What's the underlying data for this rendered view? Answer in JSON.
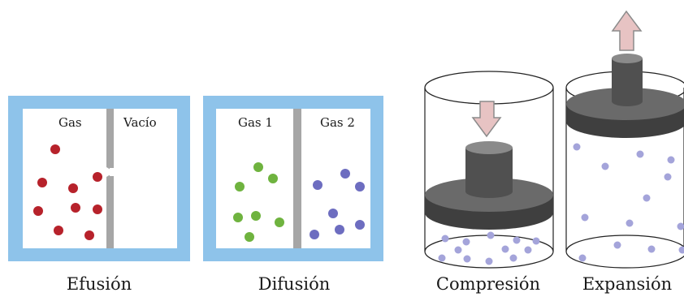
{
  "panels": {
    "efusion": {
      "caption": "Efusión",
      "left_label": "Gas",
      "right_label": "Vacío"
    },
    "difusion": {
      "caption": "Difusión",
      "left_label": "Gas 1",
      "right_label": "Gas 2"
    },
    "compresion": {
      "caption": "Compresión"
    },
    "expansion": {
      "caption": "Expansión"
    }
  },
  "colors": {
    "frame_blue": "#8ec3ea",
    "partition_gray": "#a6a6a6",
    "red_particle": "#b7222b",
    "green_particle": "#6fb33f",
    "blue_particle": "#6d6dc0",
    "lilac_particle": "#a4a4da",
    "piston_dark": "#555555",
    "arrow_pink": "#e7c3c3"
  },
  "icons": {
    "compression_arrow": "arrow-down-icon",
    "expansion_arrow": "arrow-up-icon"
  }
}
